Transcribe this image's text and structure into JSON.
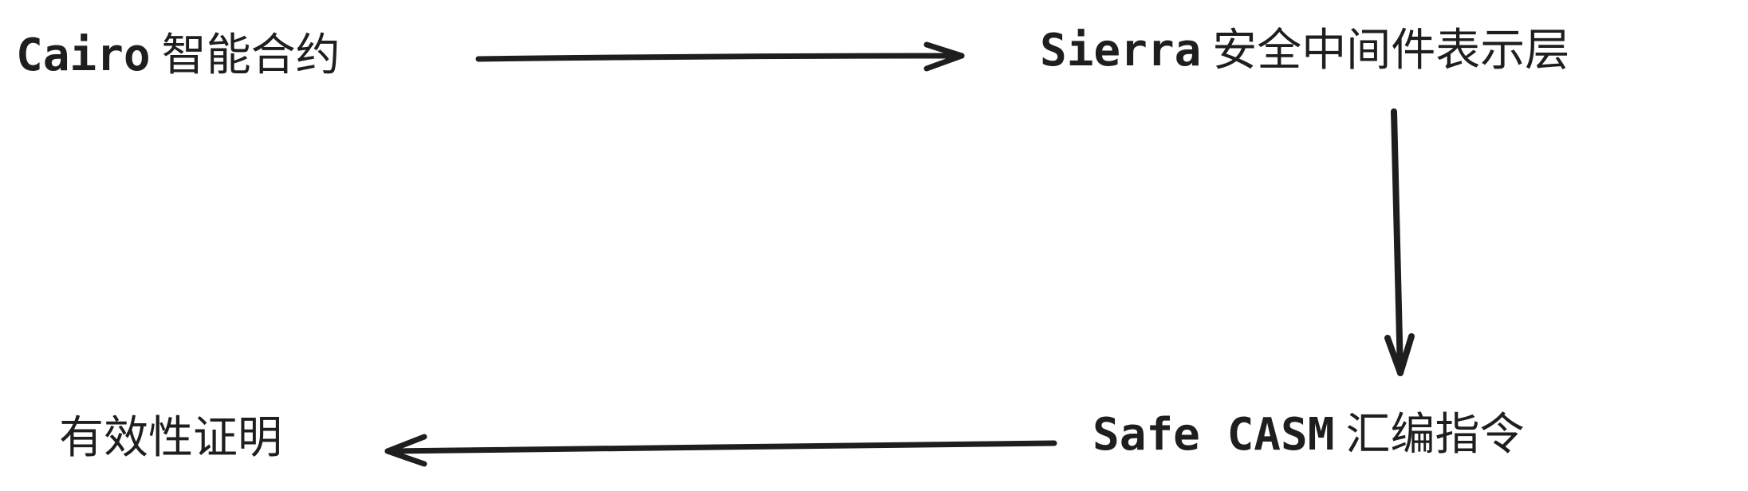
{
  "colors": {
    "ink": "#1e1e1e",
    "background": "#ffffff"
  },
  "nodes": {
    "cairo": {
      "code": "Cairo",
      "text": "智能合约"
    },
    "sierra": {
      "code": "Sierra",
      "text": "安全中间件表示层"
    },
    "casm": {
      "code": "Safe CASM",
      "text": "汇编指令"
    },
    "proof": {
      "text": "有效性证明"
    }
  },
  "edges": [
    {
      "from": "cairo",
      "to": "sierra"
    },
    {
      "from": "sierra",
      "to": "casm"
    },
    {
      "from": "casm",
      "to": "proof"
    }
  ]
}
